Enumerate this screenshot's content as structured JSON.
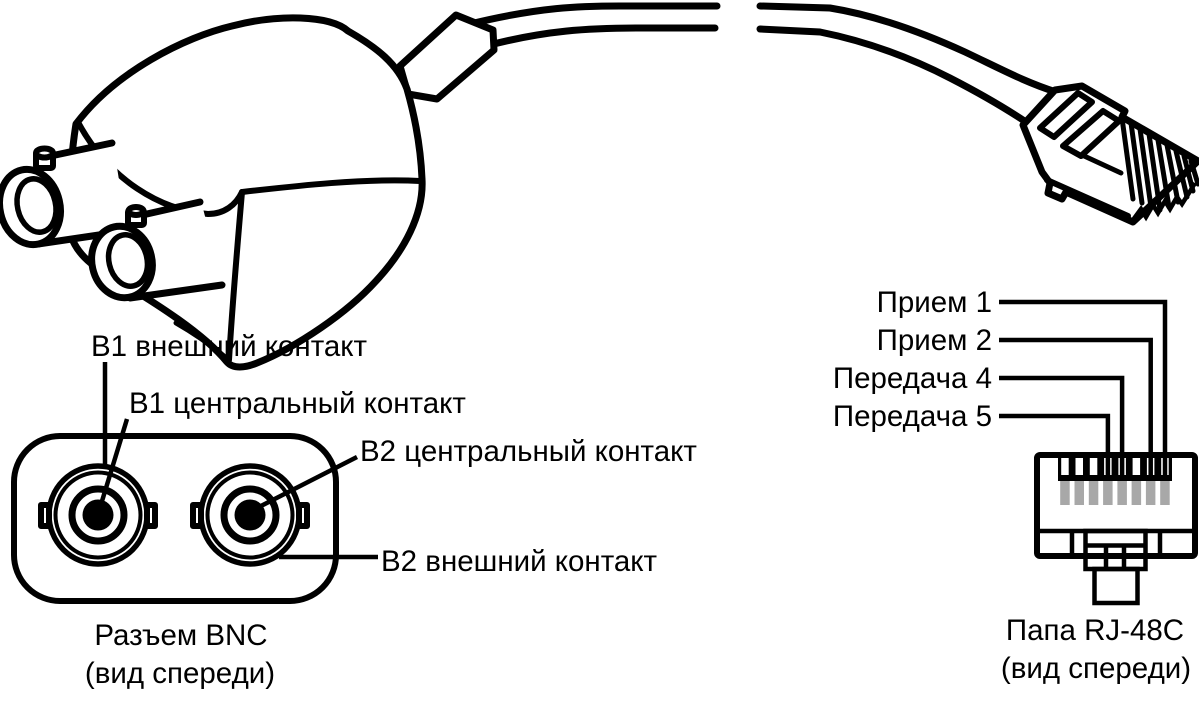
{
  "diagram_type": "cable-adapter-pinout-diagram",
  "labels": {
    "b1_outer": "B1 внешний контакт",
    "b1_center": "B1 центральный контакт",
    "b2_center": "B2 центральный контакт",
    "b2_outer": "B2 внешний контакт",
    "rj_pin1": "Прием 1",
    "rj_pin2": "Прием 2",
    "rj_pin4": "Передача 4",
    "rj_pin5": "Передача 5"
  },
  "captions": {
    "bnc_line1": "Разъем BNC",
    "bnc_line2": "(вид спереди)",
    "rj_line1": "Папа RJ-48C",
    "rj_line2": "(вид спереди)"
  },
  "colors": {
    "line": "#000000",
    "background": "#ffffff",
    "contact_gray": "#a8a8a8"
  }
}
